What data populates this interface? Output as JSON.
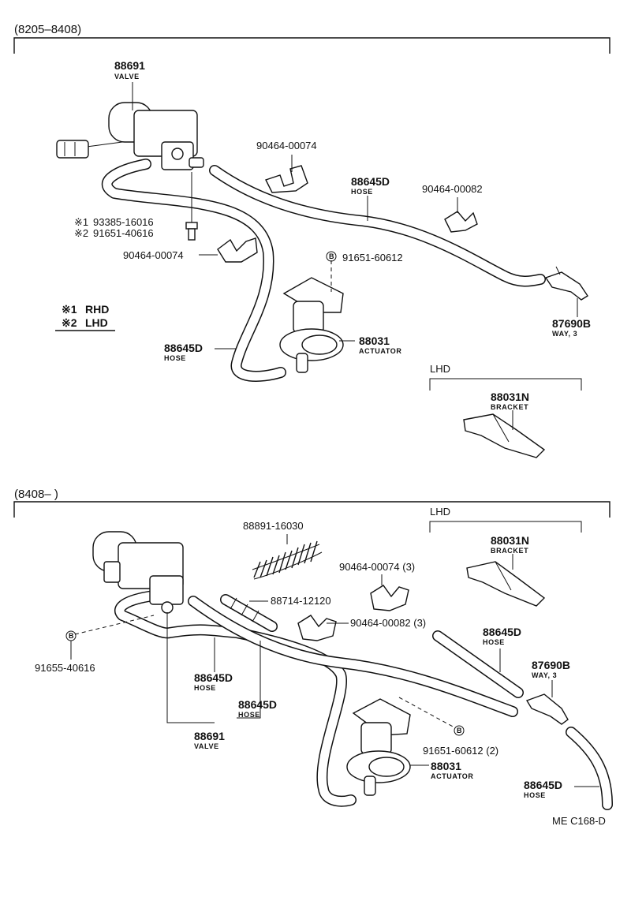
{
  "sections": [
    {
      "range": "(8205–8408)",
      "parts": {
        "valve": {
          "number": "88691",
          "name": "VALVE"
        },
        "clip_a": {
          "number": "90464-00074"
        },
        "hose_top": {
          "number": "88645D",
          "name": "HOSE"
        },
        "clip_b": {
          "number": "90464-00082"
        },
        "bolt_1": {
          "mark": "※1",
          "number": "93385-16016"
        },
        "bolt_2": {
          "mark": "※2",
          "number": "91651-40616"
        },
        "clip_c": {
          "number": "90464-00074"
        },
        "bolt_b": {
          "mark": "B",
          "number": "91651-60612"
        },
        "actuator": {
          "number": "88031",
          "name": "ACTUATOR"
        },
        "way3": {
          "number": "87690B",
          "name": "WAY, 3"
        },
        "hose_left": {
          "number": "88645D",
          "name": "HOSE"
        },
        "bracket": {
          "number": "88031N",
          "name": "BRACKET",
          "group": "LHD"
        }
      },
      "legend": [
        {
          "mark": "※1",
          "label": "RHD"
        },
        {
          "mark": "※2",
          "label": "LHD"
        }
      ]
    },
    {
      "range": "(8408–       )",
      "parts": {
        "bracket": {
          "number": "88031N",
          "name": "BRACKET",
          "group": "LHD"
        },
        "protector": {
          "number": "88891-16030"
        },
        "clip_a": {
          "number": "90464-00074 (3)"
        },
        "sleeve": {
          "number": "88714-12120"
        },
        "clip_b": {
          "number": "90464-00082 (3)"
        },
        "bolt_left": {
          "mark": "B",
          "number": "91655-40616"
        },
        "hose_mid1": {
          "number": "88645D",
          "name": "HOSE"
        },
        "hose_mid2": {
          "number": "88645D",
          "name": "HOSE"
        },
        "valve": {
          "number": "88691",
          "name": "VALVE"
        },
        "hose_right": {
          "number": "88645D",
          "name": "HOSE"
        },
        "way3": {
          "number": "87690B",
          "name": "WAY, 3"
        },
        "bolt_right": {
          "mark": "B",
          "number": "91651-60612 (2)"
        },
        "actuator": {
          "number": "88031",
          "name": "ACTUATOR"
        },
        "hose_bottom": {
          "number": "88645D",
          "name": "HOSE"
        }
      }
    }
  ],
  "figure_code": "ME C168-D"
}
